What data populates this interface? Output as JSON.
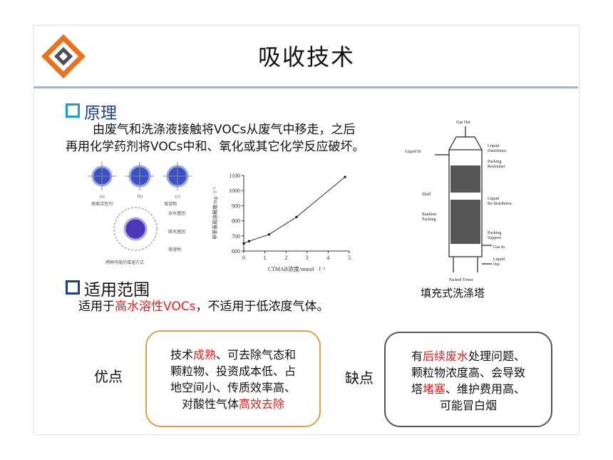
{
  "title": "吸收技术",
  "colors": {
    "accent_blue": "#1e3f8a",
    "logo_orange": "#e8721e",
    "logo_dark": "#4a4f58",
    "red_text": "#e0201f",
    "pros_border": "#d9a14a",
    "cons_border": "#555555"
  },
  "principle": {
    "heading": "原理",
    "line1": "由废气和洗涤液接触将VOCs从废气中移走，之后",
    "line2": "再用化学药剂将VOCs中和、氧化或其它化学反应破坏。"
  },
  "applicability": {
    "heading": "适用范围",
    "prefix": "适用于",
    "highlight": "高水溶性VOCs",
    "suffix": "，不适用于低浓度气体。"
  },
  "pros": {
    "label": "优点",
    "l1a": "技术",
    "l1b": "成熟",
    "l1c": "、可去除气态和",
    "l2": "颗粒物、投资成本低、占",
    "l3": "地空间小、传质效率高、",
    "l4a": "对酸性气体",
    "l4b": "高效去除"
  },
  "cons": {
    "label": "缺点",
    "l1a": "有",
    "l1b": "后续废水",
    "l1c": "处理问题、",
    "l2": "颗粒物浓度高、会导致",
    "l3a": "塔",
    "l3b": "堵塞",
    "l3c": "、维护费用高、",
    "l4": "可能冒白烟"
  },
  "tower": {
    "caption": "填充式洗涤塔",
    "figure_label": "Packed Tower",
    "gas_out": "Gas Out",
    "liquid_in": "Liquid In",
    "liquid_distributor_1": "Liquid",
    "liquid_distributor_2": "Distributor",
    "packing_restrainer_1": "Packing",
    "packing_restrainer_2": "Restrainer",
    "shell": "Shell",
    "redistributor_1": "Liquid",
    "redistributor_2": "Re-distributor",
    "random_packing_1": "Random",
    "random_packing_2": "Packing",
    "packing_support_1": "Packing",
    "packing_support_2": "Support",
    "gas_in": "Gas In",
    "liquid_out_1": "Liquid",
    "liquid_out_2": "Out"
  },
  "micelle": {
    "labels_top": [
      "(a)",
      "(b)",
      "(c)"
    ],
    "caption_a": "表面活性剂",
    "caption_b": "增溶物",
    "side_labels": [
      "亲水基团",
      "疏水基团",
      "增溶物"
    ],
    "caption_bottom": "两种可能的增溶方式"
  },
  "chart_data": {
    "type": "line",
    "xlabel": "CTMAB浓度/mmol · l⁻¹",
    "ylabel": "甲苯表观溶解度/mg · l⁻¹",
    "xlim": [
      0,
      5
    ],
    "ylim": [
      600,
      1100
    ],
    "x_ticks": [
      "0",
      "1",
      "2",
      "3",
      "4",
      "5"
    ],
    "y_ticks": [
      "600",
      "700",
      "800",
      "900",
      "1000",
      "1100"
    ],
    "series": [
      {
        "x": [
          0,
          0.25,
          1.2,
          2.5,
          4.8
        ],
        "y": [
          650,
          665,
          710,
          825,
          1090
        ]
      }
    ]
  }
}
